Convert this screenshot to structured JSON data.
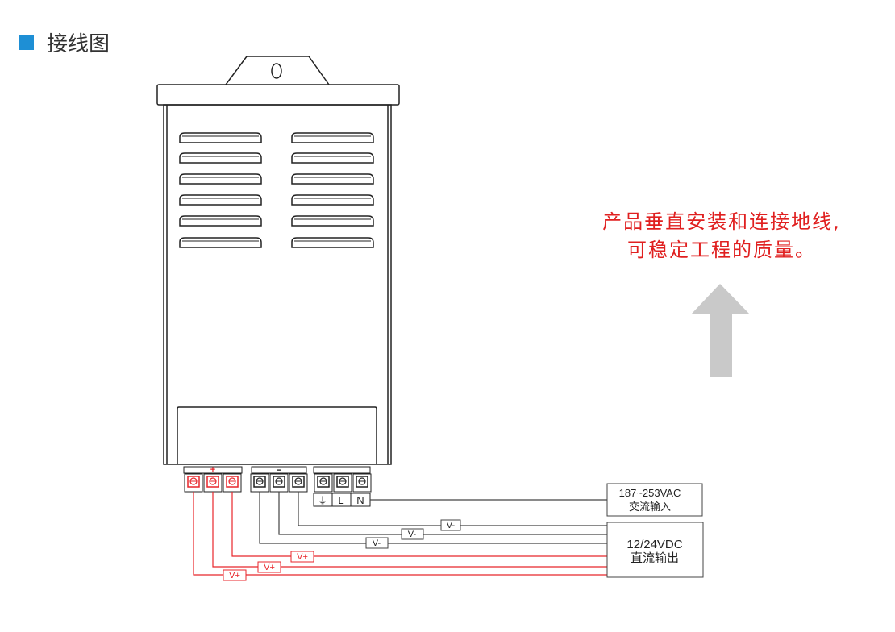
{
  "title": "接线图",
  "colors": {
    "accent": "#1e8fd5",
    "red": "#e8262b",
    "note": "#e02020",
    "arrow": "#c9c9c9"
  },
  "terminals": {
    "plus": "+",
    "minus": "−",
    "ground": "⏚",
    "live": "L",
    "neutral": "N"
  },
  "ac_box": {
    "line1": "187~253VAC",
    "line2": "交流输入"
  },
  "dc_box": {
    "line1": "12/24VDC",
    "line2": "直流输出"
  },
  "wire_labels": {
    "vminus": [
      "V-",
      "V-",
      "V-"
    ],
    "vplus": [
      "V+",
      "V+",
      "V+"
    ]
  },
  "note": {
    "line1": "产品垂直安装和连接地线,",
    "line2": "可稳定工程的质量。"
  }
}
